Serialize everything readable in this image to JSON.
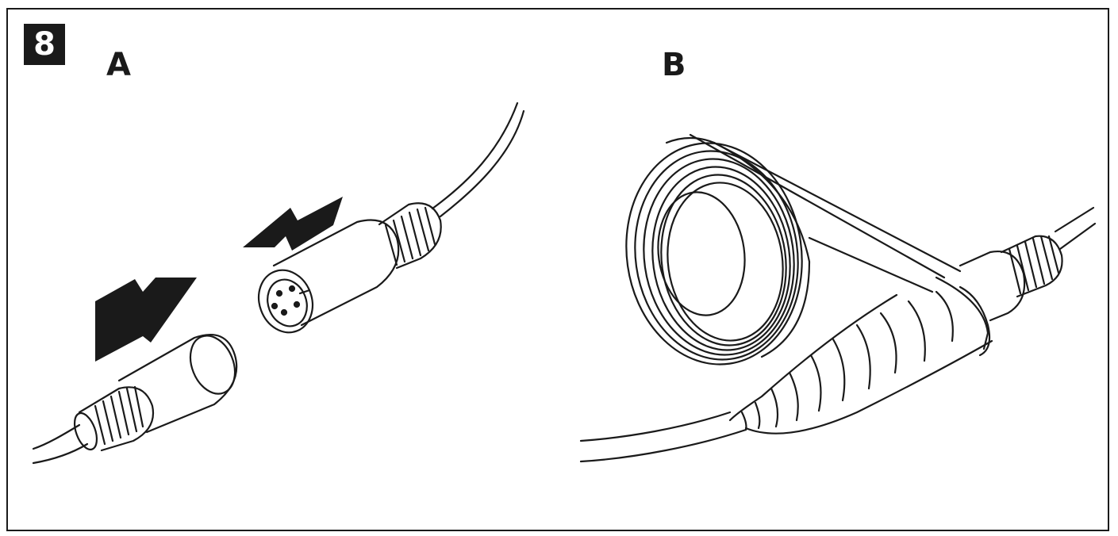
{
  "figure": {
    "step_number": "8",
    "panels": [
      {
        "id": "A",
        "label": "A"
      },
      {
        "id": "B",
        "label": "B"
      }
    ]
  }
}
